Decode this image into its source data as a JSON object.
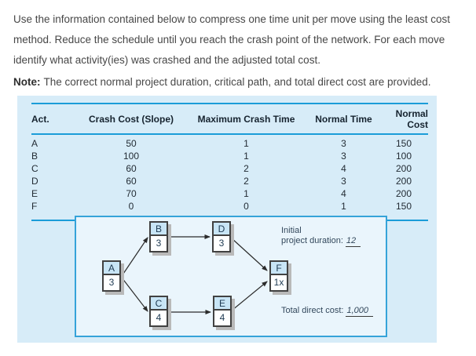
{
  "intro": {
    "lines": [
      "Use the information contained below to compress one time unit per move using the least cost",
      "method. Reduce the schedule until you reach the crash point of the network. For each move",
      "identify what activity(ies) was crashed and the adjusted total cost."
    ],
    "note_label": "Note:",
    "note_text": "The correct normal project duration, critical path, and total direct cost are provided."
  },
  "table": {
    "headers": [
      "Act.",
      "Crash Cost (Slope)",
      "Maximum Crash Time",
      "Normal Time",
      "Normal Cost"
    ],
    "rows": [
      {
        "act": "A",
        "crash_cost": "50",
        "max_crash_time": "1",
        "normal_time": "3",
        "normal_cost": "150"
      },
      {
        "act": "B",
        "crash_cost": "100",
        "max_crash_time": "1",
        "normal_time": "3",
        "normal_cost": "100"
      },
      {
        "act": "C",
        "crash_cost": "60",
        "max_crash_time": "2",
        "normal_time": "4",
        "normal_cost": "200"
      },
      {
        "act": "D",
        "crash_cost": "60",
        "max_crash_time": "2",
        "normal_time": "3",
        "normal_cost": "200"
      },
      {
        "act": "E",
        "crash_cost": "70",
        "max_crash_time": "1",
        "normal_time": "4",
        "normal_cost": "200"
      },
      {
        "act": "F",
        "crash_cost": "0",
        "max_crash_time": "0",
        "normal_time": "1",
        "normal_cost": "150"
      }
    ]
  },
  "diagram": {
    "nodes": [
      {
        "id": "A",
        "duration": "3"
      },
      {
        "id": "B",
        "duration": "3"
      },
      {
        "id": "C",
        "duration": "4"
      },
      {
        "id": "D",
        "duration": "3"
      },
      {
        "id": "E",
        "duration": "4"
      },
      {
        "id": "F",
        "duration": "1x"
      }
    ],
    "edges": [
      "A-B",
      "A-C",
      "B-D",
      "C-E",
      "D-F",
      "E-F"
    ],
    "annotations": {
      "duration_line1": "Initial",
      "duration_line2": "project duration:",
      "duration_value": "12",
      "cost_label": "Total direct cost:",
      "cost_value": "1,000"
    }
  },
  "colors": {
    "panel_bg": "#d7ecf8",
    "diagram_bg": "#eaf5fc",
    "diagram_border": "#35a3d9",
    "table_rule": "#1b9cd8",
    "node_top_bg": "#c8e5f6",
    "node_border": "#414141",
    "text_navy": "#1e3a52"
  }
}
